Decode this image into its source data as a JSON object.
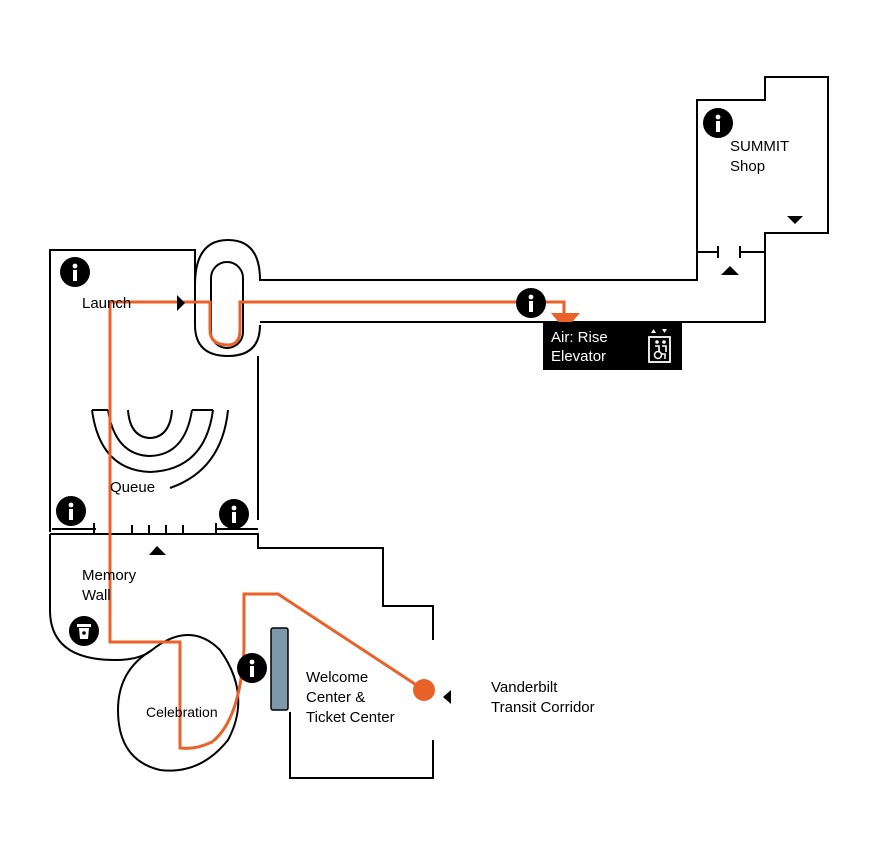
{
  "map": {
    "rooms": {
      "launch": "Launch",
      "queue": "Queue",
      "memory_wall": "Memory\nWall",
      "celebration": "Celebration",
      "welcome_center": "Welcome\nCenter &\nTicket Center",
      "vanderbilt": "Vanderbilt\nTransit Corridor",
      "summit_shop": "SUMMIT\nShop",
      "elevator": "Air: Rise\nElevator"
    },
    "colors": {
      "route": "#e8622a",
      "walls": "#000000",
      "ticket_counter": "#7c98aa",
      "icon_fill": "#000000"
    },
    "icons": [
      "info-icon",
      "trash-icon",
      "elevator-accessible-icon",
      "direction-arrow-icon",
      "you-are-here-marker",
      "destination-marker"
    ]
  }
}
